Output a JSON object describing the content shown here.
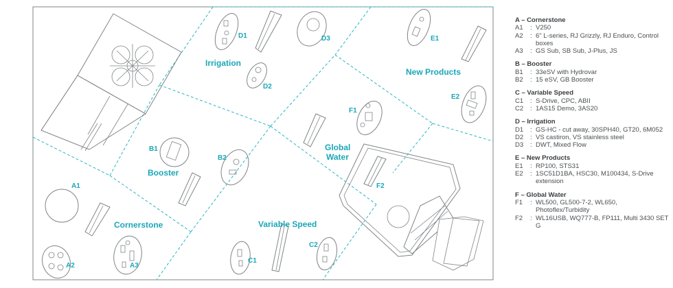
{
  "zones": {
    "cornerstone": "Cornerstone",
    "booster": "Booster",
    "irrigation": "Irrigation",
    "variable_speed": "Variable Speed",
    "global_water": "Global Water",
    "new_products": "New Products"
  },
  "tags": [
    "A1",
    "A2",
    "A3",
    "B1",
    "B2",
    "C1",
    "C2",
    "D1",
    "D2",
    "D3",
    "E1",
    "E2",
    "F1",
    "F2"
  ],
  "legend": [
    {
      "title": "A – Cornerstone",
      "items": [
        {
          "code": "A1",
          "text": "V250"
        },
        {
          "code": "A2",
          "text": "6\" L-series, RJ Grizzly, RJ Enduro, Control boxes"
        },
        {
          "code": "A3",
          "text": "GS Sub, SB Sub, J-Plus, JS"
        }
      ]
    },
    {
      "title": "B – Booster",
      "items": [
        {
          "code": "B1",
          "text": "33eSV with Hydrovar"
        },
        {
          "code": "B2",
          "text": "15 eSV, GB Booster"
        }
      ]
    },
    {
      "title": "C – Variable Speed",
      "items": [
        {
          "code": "C1",
          "text": "S-Drive, CPC, ABII"
        },
        {
          "code": "C2",
          "text": "1AS15 Demo, 3AS20"
        }
      ]
    },
    {
      "title": "D – Irrigation",
      "items": [
        {
          "code": "D1",
          "text": "GS-HC - cut away, 30SPH40, GT20, 6M052"
        },
        {
          "code": "D2",
          "text": "VS castiron, VS stainless steel"
        },
        {
          "code": "D3",
          "text": "DWT, Mixed Flow"
        }
      ]
    },
    {
      "title": "E – New Products",
      "items": [
        {
          "code": "E1",
          "text": "RP100, STS31"
        },
        {
          "code": "E2",
          "text": "1SC51D1BA, HSC30, M100434, S-Drive extension"
        }
      ]
    },
    {
      "title": "F – Global Water",
      "items": [
        {
          "code": "F1",
          "text": "WL500, GL500-7-2, WL650, Photoflex/Turbidity"
        },
        {
          "code": "F2",
          "text": "WL16USB, WQ777-B, FP111, Multi 3430 SET G"
        }
      ]
    }
  ]
}
